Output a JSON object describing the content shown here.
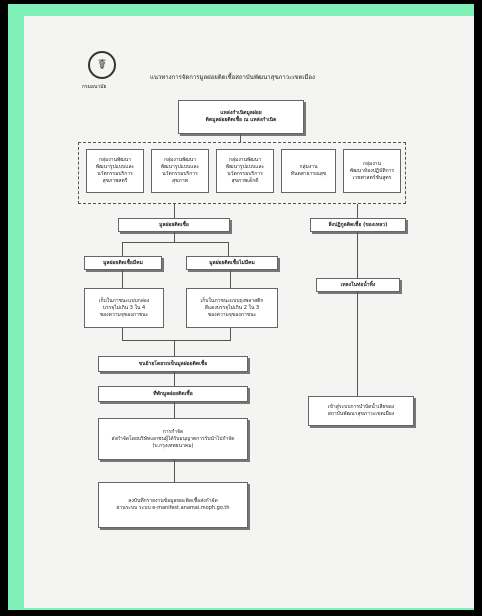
{
  "header": {
    "logo_icon": "ministry-emblem-icon",
    "org_name": "กรมอนามัย",
    "title": "แนวทางการจัดการมูลฝอยติดเชื้อสถาบันพัฒนาสุขภาวะเขตเมือง"
  },
  "source": {
    "label": "แหล่งกำเนิดมูลฝอย\nติดมูลฝอยติดเชื้อ ณ แหล่งกำเนิด"
  },
  "groups": [
    {
      "label": "กลุ่มงานพัฒนา\nพัฒนารูปแบบและ\nนวัตกรรมบริการ\nสุขภาพสตรี"
    },
    {
      "label": "กลุ่มงานพัฒนา\nพัฒนารูปแบบและ\nนวัตกรรมบริการ\nสุขภาพ"
    },
    {
      "label": "กลุ่มงานพัฒนา\nพัฒนารูปแบบและ\nนวัตกรรมบริการ\nสุขภาพเด็กดี"
    },
    {
      "label": "กลุ่มงาน\nทันตสาธารณสุข"
    },
    {
      "label": "กลุ่มงาน\nพัฒนาห้องปฏิบัติการ\nเวชศาสตร์ชันสูตร"
    }
  ],
  "left_flow": {
    "infectious_waste": "มูลฝอยติดเชื้อ",
    "sharp": "มูลฝอยติดเชื้อมีคม",
    "non_sharp": "มูลฝอยติดเชื้อไม่มีคม",
    "sharp_storage": "เก็บในภาชนะแบบกล่อง\nบรรจุไม่เกิน 3 ใน 4\nของความจุของภาชนะ",
    "non_sharp_storage": "เก็บในภาชนะแบบถุงพลาสติก\nสีแดงบรรจุไม่เกิน 2 ใน 3\nของความจุของภาชนะ",
    "transport": "ขนย้ายโดยรถเข็นมูลฝอยติดเชื้อ",
    "storage_room": "ที่พักมูลฝอยติดเชื้อ",
    "disposal": "การกำจัด\nส่งกำจัดโดยบริษัทเอกชนผู้ได้รับอนุญาตการรับนำไปกำจัด\n(บ.กรุงเทพธนาคม)",
    "manifest": "ลงบันทึกรายงานข้อมูลขยะติดเชื้อส่งกำจัด\nผ่านระบบ ระบบ e-manifest.anamai.moph.go.th"
  },
  "right_flow": {
    "lab_infectious": "สิ่งปฏิกูลติดเชื้อ (ของเหลว)",
    "pour_sink": "เทลงในท่อน้ำทิ้ง",
    "wastewater": "เข้าสู่ระบบการบำบัดน้ำเสียของ\nสถาบันพัฒนาสุขภาวะเขตเมือง"
  }
}
